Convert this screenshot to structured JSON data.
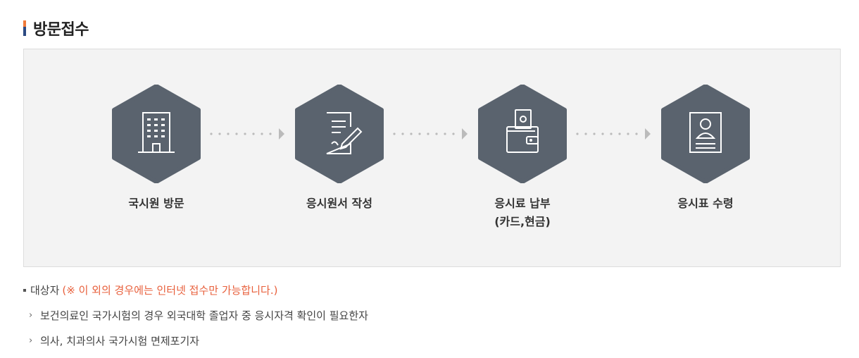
{
  "section": {
    "title": "방문접수"
  },
  "steps": [
    {
      "icon": "building-icon",
      "label": "국시원 방문",
      "sublabel": ""
    },
    {
      "icon": "document-pen-icon",
      "label": "응시원서 작성",
      "sublabel": ""
    },
    {
      "icon": "wallet-money-icon",
      "label": "응시료 납부",
      "sublabel": "(카드,현금)"
    },
    {
      "icon": "id-card-icon",
      "label": "응시표 수령",
      "sublabel": ""
    }
  ],
  "targets": {
    "heading": "대상자",
    "notice": "(※ 이 외의 경우에는 인터넷 접수만 가능합니다.)",
    "items": [
      "보건의료인 국가시험의 경우 외국대학 졸업자 중 응시자격 확인이 필요한자",
      "의사, 치과의사 국가시험 면제포기자"
    ]
  },
  "colors": {
    "hexagon": "#5a636e",
    "notice": "#e8603c",
    "box_bg": "#f3f3f3"
  }
}
